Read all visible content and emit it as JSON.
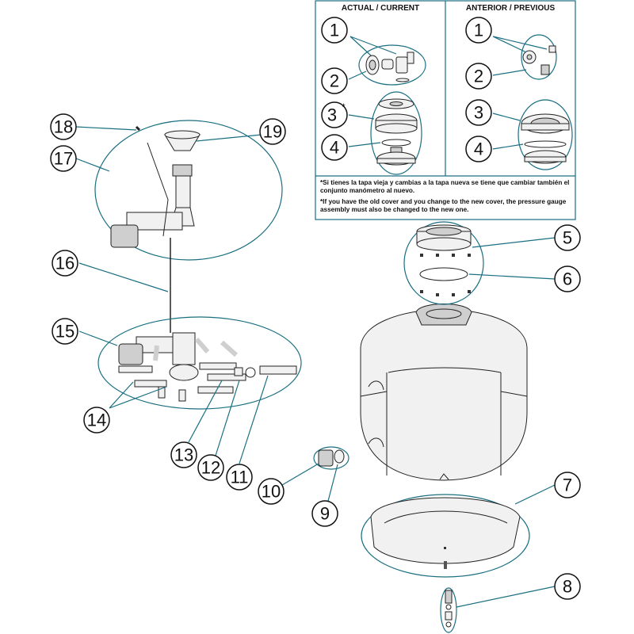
{
  "panel": {
    "current_header": "ACTUAL / CURRENT",
    "previous_header": "ANTERIOR / PREVIOUS",
    "note_es": "*Si tienes la tapa vieja y cambias a la tapa nueva se tiene que cambiar también el conjunto manómetro al nuevo.",
    "note_en": "*If you have the old cover and you change to the new cover, the pressure gauge assembly must also be changed to the new one."
  },
  "callouts": {
    "c1a": "1",
    "c2a": "2",
    "c3a": "3",
    "c3a_star": "*",
    "c4a": "4",
    "c1b": "1",
    "c2b": "2",
    "c3b": "3",
    "c4b": "4",
    "c5": "5",
    "c6": "6",
    "c7": "7",
    "c8": "8",
    "c9": "9",
    "c10": "10",
    "c11": "11",
    "c12": "12",
    "c13": "13",
    "c14": "14",
    "c15": "15",
    "c16": "16",
    "c17": "17",
    "c18": "18",
    "c19": "19"
  }
}
